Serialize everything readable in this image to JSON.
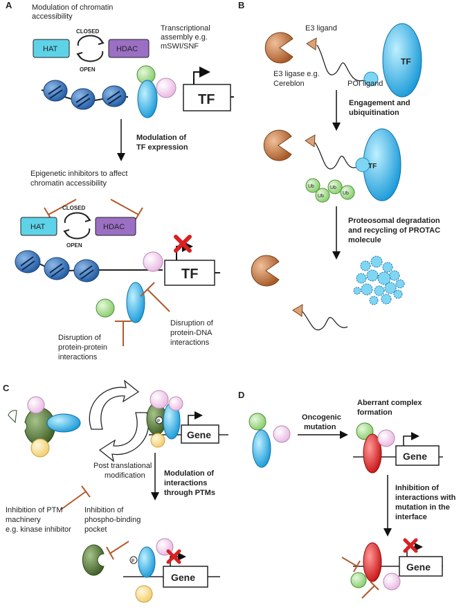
{
  "panels": {
    "A": {
      "letter": "A",
      "top_label": [
        "Modulation of chromatin",
        "accessibility"
      ],
      "assembly": [
        "Transcriptional",
        "assembly e.g.",
        "mSWI/SNF"
      ],
      "hat": "HAT",
      "hdac": "HDAC",
      "closed": "CLOSED",
      "open": "OPEN",
      "tf": "TF",
      "arrow_label": [
        "Modulation of",
        "TF expression"
      ],
      "epi": [
        "Epigenetic inhibitors to affect",
        "chromatin accessibility"
      ],
      "dna_disrupt": [
        "Disruption of",
        "protein-DNA",
        "interactions"
      ],
      "pp_disrupt": [
        "Disruption of",
        "protein-protein",
        "interactions"
      ]
    },
    "B": {
      "letter": "B",
      "e3_ligand": "E3 ligand",
      "e3_ligase": [
        "E3 ligase e.g.",
        "Cereblon"
      ],
      "poi_ligand": "POI ligand",
      "tf": "TF",
      "engagement": [
        "Engagement and",
        "ubiquitination"
      ],
      "ub": "Ub",
      "degradation": [
        "Proteosomal degradation",
        "and recycling of PROTAC",
        "molecule"
      ]
    },
    "C": {
      "letter": "C",
      "ptm": [
        "Post translational",
        "modification"
      ],
      "gene": "Gene",
      "p": "P",
      "modulation": [
        "Modulation of",
        "interactions",
        "through PTMs"
      ],
      "ptm_inhib": [
        "Inhibition of PTM",
        "machinery",
        "e.g. kinase inhibitor"
      ],
      "phospho": [
        "Inhibition of",
        "phospho-binding",
        "pocket"
      ]
    },
    "D": {
      "letter": "D",
      "oncogenic": "Oncogenic",
      "mutation": "mutation",
      "aberrant": [
        "Aberrant complex",
        "formation"
      ],
      "gene": "Gene",
      "inhibition": [
        "Inhibition of",
        "interactions with",
        "mutation in the",
        "interface"
      ]
    }
  },
  "colors": {
    "hat": "#5ed3e8",
    "hdac": "#9b6fc4",
    "nucleosome": "#2e6fb8",
    "tf_protein": "#22a7e0",
    "green": "#9fd889",
    "pink": "#f3c8ec",
    "yellow": "#f8d98a",
    "orange": "#c0703b",
    "dark_green": "#4a6b2f",
    "red": "#d82020",
    "inhibitor": "#b3582a",
    "ub": "#8fd16a"
  }
}
